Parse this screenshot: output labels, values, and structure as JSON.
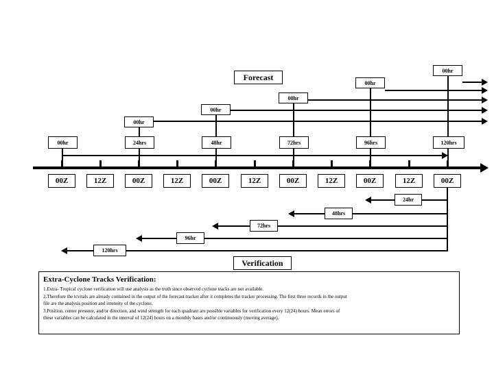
{
  "diagram": {
    "title_forecast": "Forecast",
    "title_verification": "Verification",
    "timeline": {
      "synoptic_labels": [
        "00Z",
        "12Z",
        "00Z",
        "12Z",
        "00Z",
        "12Z",
        "00Z",
        "12Z",
        "00Z",
        "12Z",
        "00Z"
      ],
      "lead_time_labels": [
        "00hr",
        "24hrs",
        "48hr",
        "72hrs",
        "96hrs",
        "120hrs"
      ]
    },
    "forecast_cycles": [
      {
        "label": "00hr"
      },
      {
        "label": "00hr"
      },
      {
        "label": "00hr"
      },
      {
        "label": "00hr"
      },
      {
        "label": "00hr"
      }
    ],
    "verification_leads": [
      {
        "label": "24hr"
      },
      {
        "label": "48hrs"
      },
      {
        "label": "72hrs"
      },
      {
        "label": "96hr"
      },
      {
        "label": "120hrs"
      }
    ]
  },
  "notes": {
    "heading": "Extra-Cyclone Tracks Verification:",
    "lines": [
      "1.Extra- Tropical cyclone verification will use analysis as the truth since observed cyclone tracks are not available.",
      "2.Therefore the tcvitals are already contained in the output of the forecast tracker after it completes the tracker processing. The first three records in the output",
      "file are the analysis position and intensity of the cyclone.",
      "3.Position, center pressure, and/or direction, and wind strength for each quadrant are possible variables for verification every 12(24) hours. Mean errors of",
      "these variables can be calculated in the interval of 12(24) hours on a monthly bases and/or continuously (moving average)."
    ]
  },
  "colors": {
    "line": "#000000",
    "background": "#ffffff"
  }
}
